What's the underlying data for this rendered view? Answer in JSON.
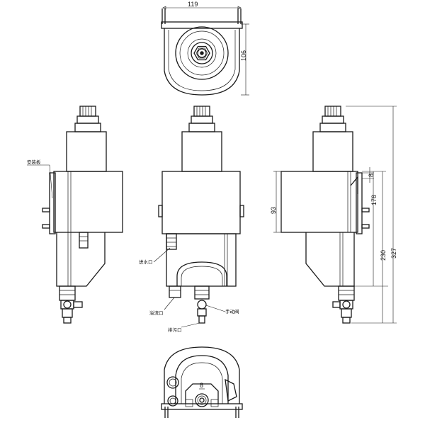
{
  "dimensions": {
    "top_width": "119",
    "top_height": "106",
    "side_total": "327",
    "side_lower": "230",
    "side_mid": "178",
    "side_body": "93",
    "side_gap": "8",
    "bottom_small": "8"
  },
  "labels": {
    "mount_plate": "安装板",
    "water_inlet": "进水口",
    "overflow": "溢流口",
    "manual_valve": "手动阀",
    "drain": "排污口"
  }
}
